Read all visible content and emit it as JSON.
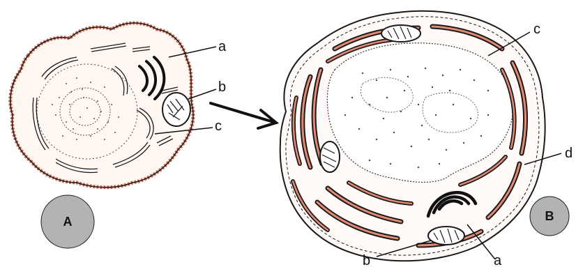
{
  "cell_a": {
    "badge": "A",
    "labels": {
      "a": "a",
      "b": "b",
      "c": "c"
    }
  },
  "cell_b": {
    "badge": "B",
    "labels": {
      "a": "a",
      "b": "b",
      "c": "c",
      "d": "d"
    }
  },
  "colors": {
    "outline": "#1a1a1a",
    "membrane_fill": "#e48a74",
    "badge_fill": "#b3b3b3"
  },
  "icons": {
    "transition": "arrow-right-icon"
  }
}
